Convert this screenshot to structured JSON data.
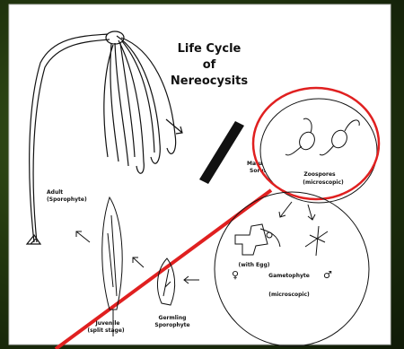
{
  "title_lines": [
    "Life Cycle",
    "of",
    "Nereocysits"
  ],
  "labels": {
    "mature_sorus": [
      "Mature",
      "Sorus"
    ],
    "zoospores": [
      "Zoospores",
      "(microscopic)"
    ],
    "adult": [
      "Adult",
      "(Sporophyte)"
    ],
    "with_egg": "(with Egg)",
    "gametophyte": "Gametophyte",
    "microscopic": "(microscopic)",
    "juvenile": [
      "Juvenile",
      "(split stage)"
    ],
    "germling": [
      "Germling",
      "Sporophyte"
    ]
  },
  "symbols": {
    "female": "♀",
    "male": "♂"
  },
  "colors": {
    "panel": "#ffffff",
    "ink": "#111111",
    "highlight": "#e02020"
  }
}
